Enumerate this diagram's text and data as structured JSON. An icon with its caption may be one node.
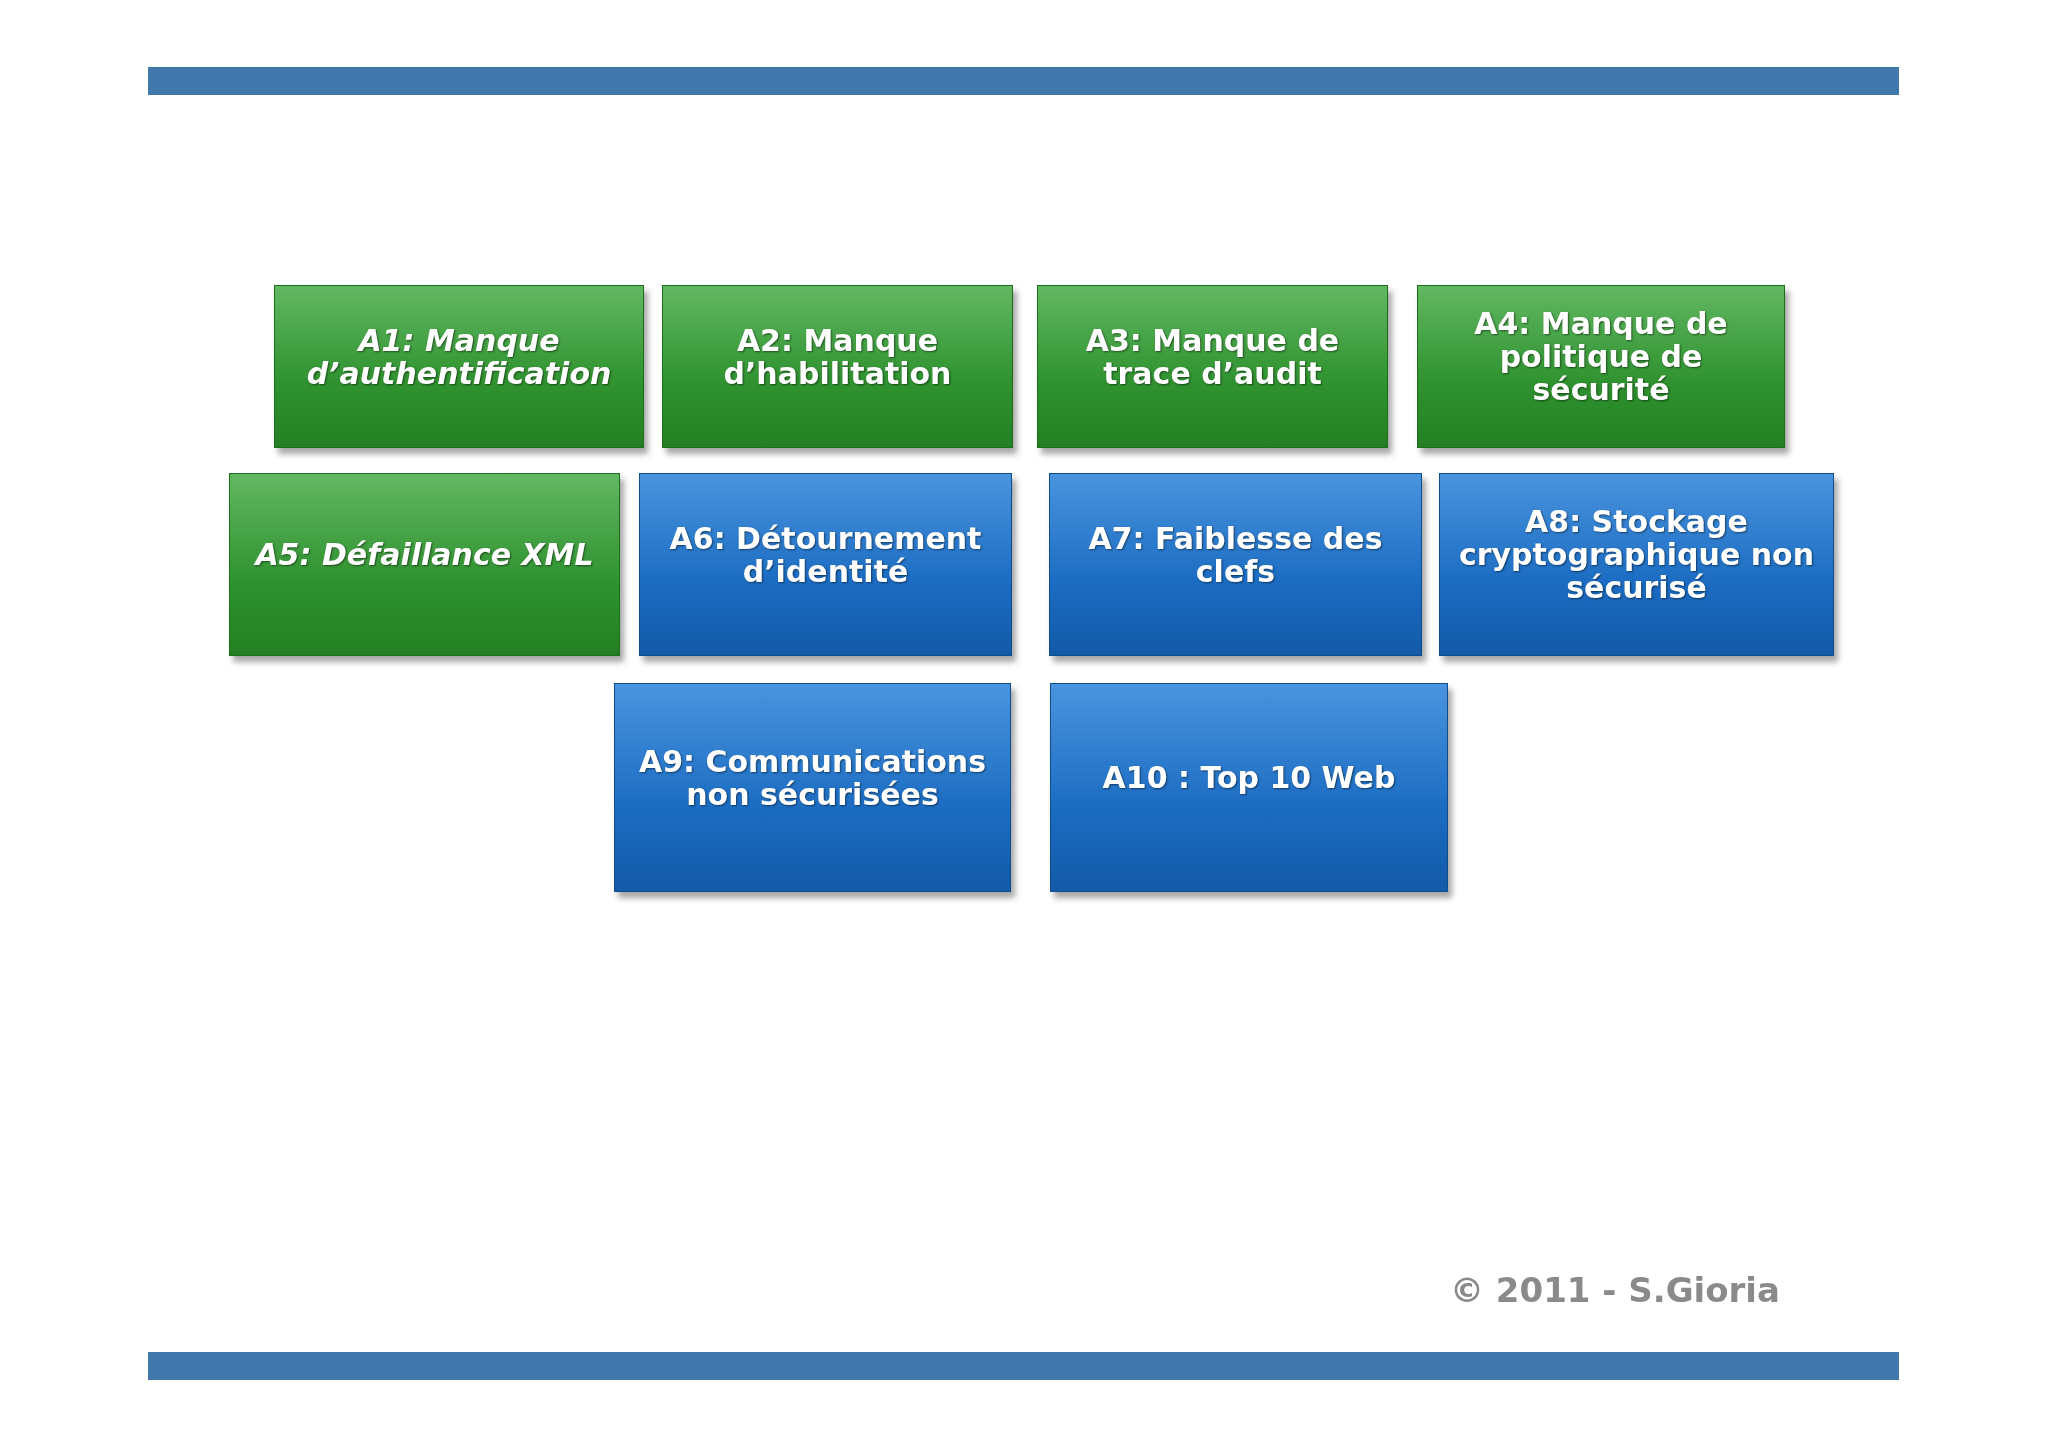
{
  "diagram": {
    "nodes": [
      {
        "text": [
          "A1: Manque d’authentification"
        ]
      },
      {
        "text": [
          "A2: Manque d’habilitation"
        ]
      },
      {
        "text": [
          "A3: Manque de trace d’audit"
        ]
      },
      {
        "text": [
          "A4: Manque de politique de sécurité"
        ]
      },
      {
        "text": [
          "A5: Défaillance XML"
        ]
      },
      {
        "text": [
          "A6: Détournement d’identité"
        ]
      },
      {
        "text": [
          "A7: Faiblesse des clefs"
        ]
      },
      {
        "text": [
          "A8: Stockage cryptographique non sécurisé"
        ]
      },
      {
        "text": [
          "A9: Communications non sécurisées"
        ]
      },
      {
        "text": [
          "A10 : Top 10 Web"
        ]
      }
    ],
    "labels": [
      "© 2011 - S.Gioria"
    ]
  }
}
